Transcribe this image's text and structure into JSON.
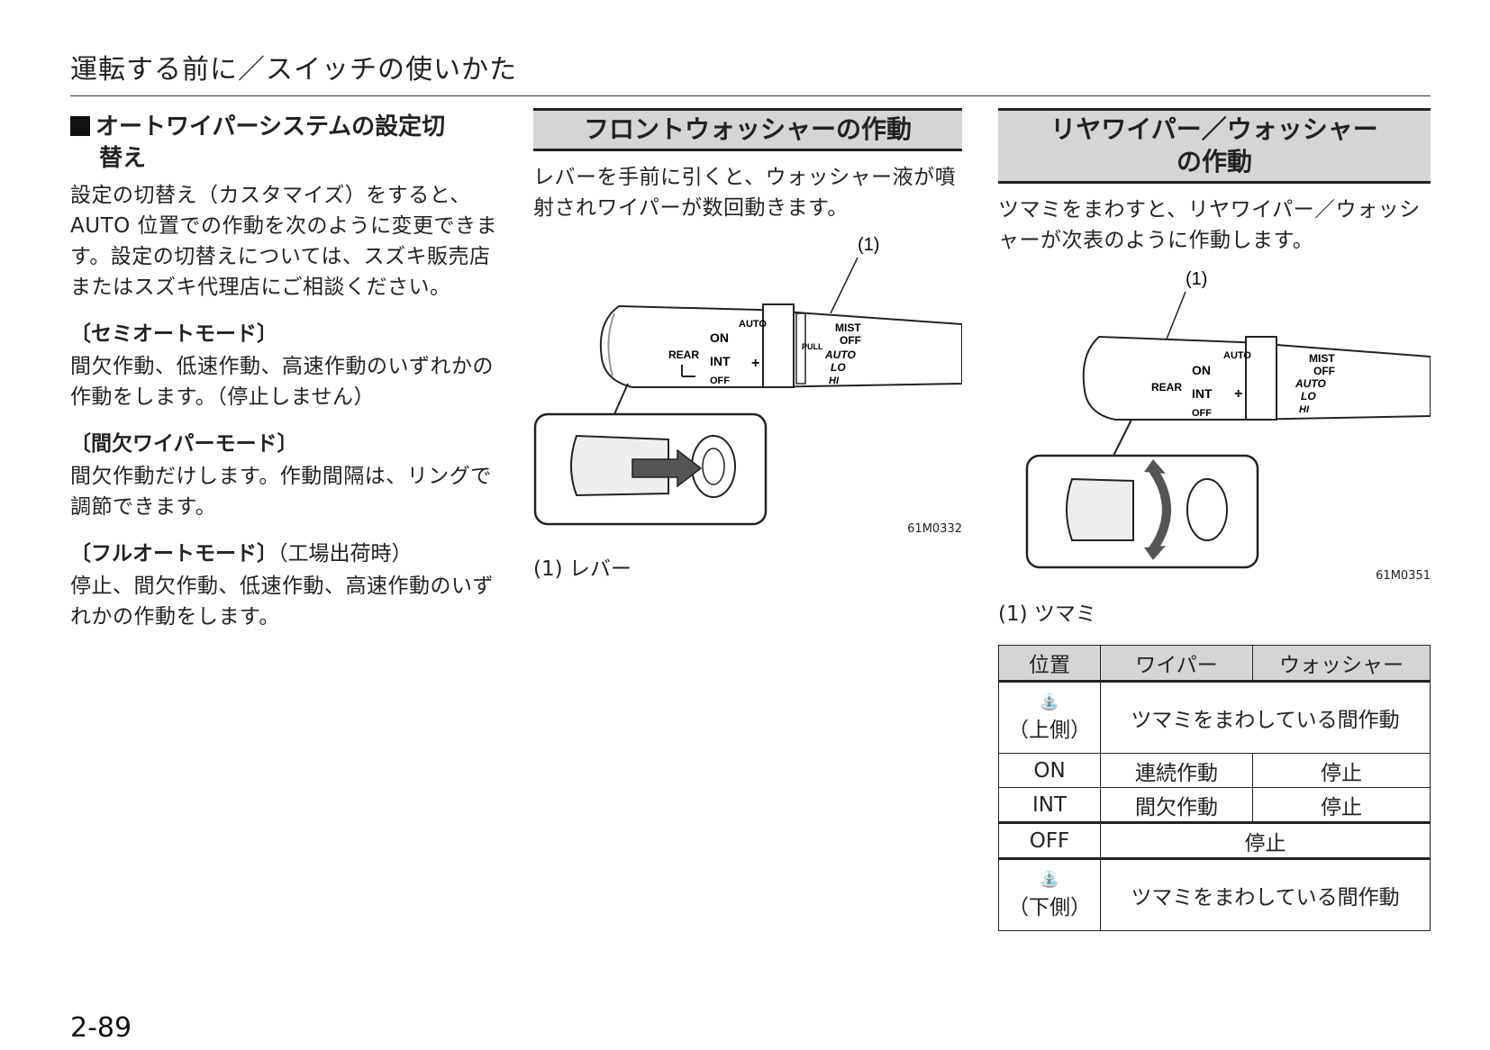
{
  "header": {
    "title": "運転する前に／スイッチの使いかた"
  },
  "left": {
    "section_title_line1": "オートワイパーシステムの設定切",
    "section_title_line2": "替え",
    "intro": "設定の切替え（カスタマイズ）をすると、AUTO 位置での作動を次のように変更できます。設定の切替えについては、スズキ販売店またはスズキ代理店にご相談ください。",
    "modes": [
      {
        "title": "〔セミオートモード〕",
        "note": "",
        "text": "間欠作動、低速作動、高速作動のいずれかの作動をします。（停止しません）"
      },
      {
        "title": "〔間欠ワイパーモード〕",
        "note": "",
        "text": "間欠作動だけします。作動間隔は、リングで調節できます。"
      },
      {
        "title": "〔フルオートモード〕",
        "note": "（工場出荷時）",
        "text": "停止、間欠作動、低速作動、高速作動のいずれかの作動をします。"
      }
    ]
  },
  "middle": {
    "title": "フロントウォッシャーの作動",
    "text": "レバーを手前に引くと、ウォッシャー液が噴射されワイパーが数回動きます。",
    "callout": "(1)",
    "figure_code": "61M0332",
    "caption": "(1) レバー",
    "lever_labels": {
      "auto": "AUTO",
      "on": "ON",
      "rear": "REAR",
      "int": "INT",
      "off": "OFF",
      "mist": "MIST",
      "pull": "PULL",
      "off2": "OFF",
      "auto2": "AUTO",
      "lo": "LO",
      "hi": "HI",
      "plus": "+"
    }
  },
  "right": {
    "title_line1": "リヤワイパー／ウォッシャー",
    "title_line2": "の作動",
    "text": "ツマミをまわすと、リヤワイパー／ウォッシャーが次表のように作動します。",
    "callout": "(1)",
    "figure_code": "61M0351",
    "caption": "(1) ツマミ",
    "table": {
      "headers": [
        "位置",
        "ワイパー",
        "ウォッシャー"
      ],
      "rows": [
        {
          "pos": "（上側）",
          "combined": "ツマミをまわしている間作動"
        },
        {
          "pos": "ON",
          "wiper": "連続作動",
          "washer": "停止"
        },
        {
          "pos": "INT",
          "wiper": "間欠作動",
          "washer": "停止"
        },
        {
          "pos": "OFF",
          "combined": "停止"
        },
        {
          "pos": "（下側）",
          "combined": "ツマミをまわしている間作動"
        }
      ]
    }
  },
  "footer": {
    "page_number": "2-89"
  }
}
